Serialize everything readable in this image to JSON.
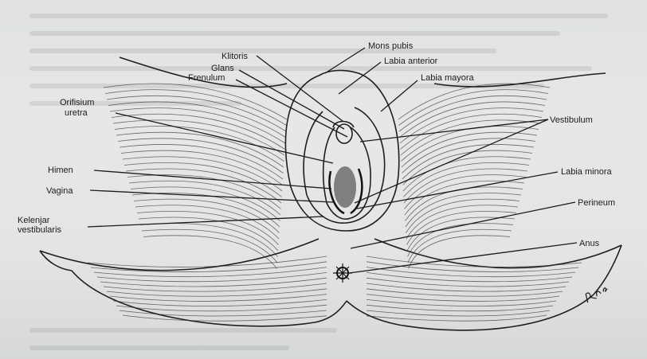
{
  "labels": {
    "mons_pubis": "Mons pubis",
    "klitoris": "Klitoris",
    "labia_anterior": "Labia anterior",
    "glans": "Glans",
    "frenulum": "Frenulum",
    "labia_mayora": "Labia mayora",
    "orifisium_line1": "Orifisium",
    "orifisium_line2": "uretra",
    "vestibulum": "Vestibulum",
    "himen": "Himen",
    "labia_minora": "Labia minora",
    "vagina": "Vagina",
    "perineum": "Perineum",
    "kelenjar_line1": "Kelenjar",
    "kelenjar_line2": "vestibularis",
    "anus": "Anus"
  },
  "signature": "Rae",
  "colors": {
    "paper": "#e4e6e5",
    "ink": "#1b1b1b"
  }
}
